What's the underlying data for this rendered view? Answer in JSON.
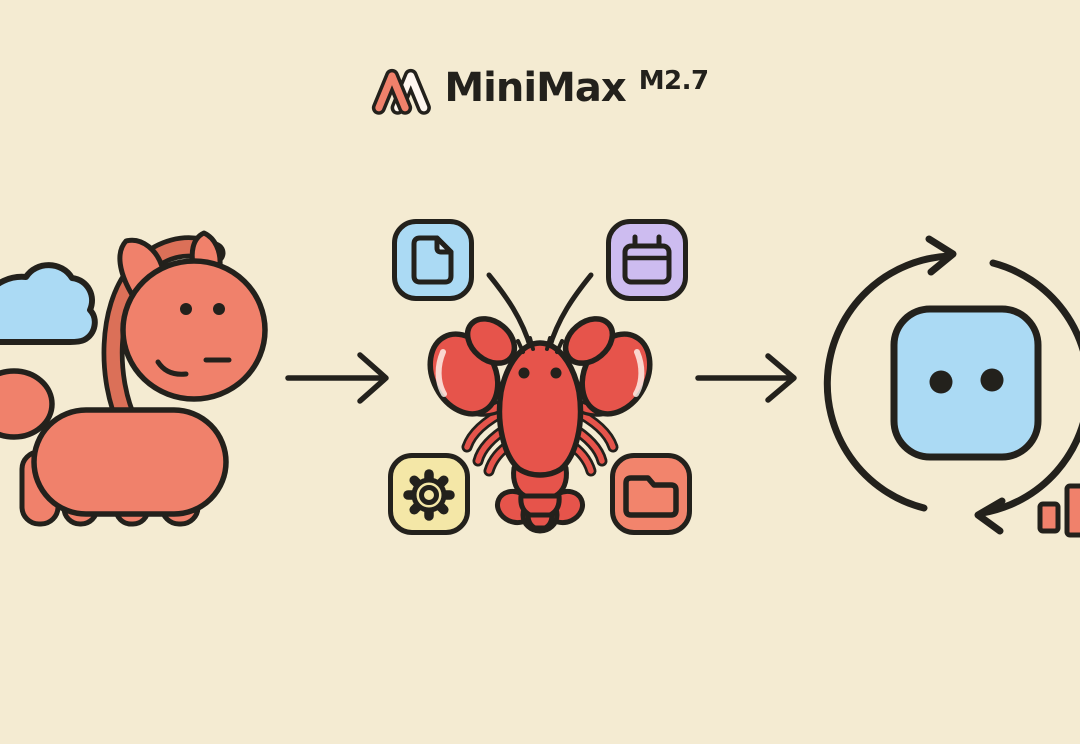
{
  "logo": {
    "brand": "MiniMax",
    "version": "M2.7"
  },
  "colors": {
    "bg": "#F4EBD2",
    "ink": "#23211C",
    "salmon": "#F0816B",
    "salmon_dark": "#DB7058",
    "red": "#E6544B",
    "blue": "#ABDAF4",
    "blue_pale": "#DCEEFA",
    "lavender": "#CDBCF0",
    "yellow": "#F4E7A7",
    "coral": "#F2846C",
    "highlight": "#FFF7F0"
  },
  "flow": {
    "nodes": [
      {
        "name": "input-horse",
        "icons": [
          "cloud-icon",
          "horse-character"
        ]
      },
      {
        "name": "agent-lobster",
        "icons": [
          "document-icon",
          "calendar-icon",
          "gear-icon",
          "folder-icon",
          "lobster-character"
        ]
      },
      {
        "name": "output-robot",
        "icons": [
          "cycle-arrows-icon",
          "robot-face-icon",
          "bar-chart-icon"
        ]
      }
    ],
    "connectors": [
      "arrow-right",
      "arrow-right"
    ]
  }
}
